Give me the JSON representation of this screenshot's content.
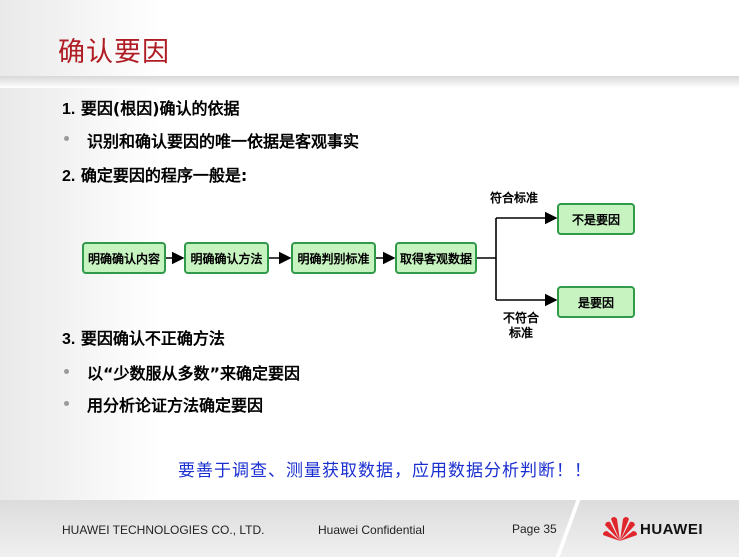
{
  "title": "确认要因",
  "items": {
    "h1_num": "1.",
    "h1_text": "要因(根因)确认的依据",
    "b1": "识别和确认要因的唯一依据是客观事实",
    "h2_num": "2.",
    "h2_text": "确定要因的程序一般是:",
    "h3_num": "3.",
    "h3_text": "要因确认不正确方法",
    "b2": "以“少数服从多数”来确定要因",
    "b3": "用分析论证方法确定要因"
  },
  "flow": {
    "steps": [
      "明确确认内容",
      "明确确认方法",
      "明确判别标准",
      "取得客观数据"
    ],
    "branch_top_label": "符合标准",
    "branch_top_box": "不是要因",
    "branch_bottom_label_1": "不符合",
    "branch_bottom_label_2": "标准",
    "branch_bottom_box": "是要因",
    "box_fill": "#c6f3c0",
    "box_border": "#2e9a4a"
  },
  "callout": "要善于调查、测量获取数据，应用数据分析判断！！",
  "footer": {
    "company": "HUAWEI TECHNOLOGIES CO., LTD.",
    "confidential": "Huawei Confidential",
    "page": "Page 35",
    "brand": "HUAWEI"
  },
  "colors": {
    "title": "#b01c24",
    "callout": "#1a2fd0",
    "logo": "#e0262c"
  }
}
